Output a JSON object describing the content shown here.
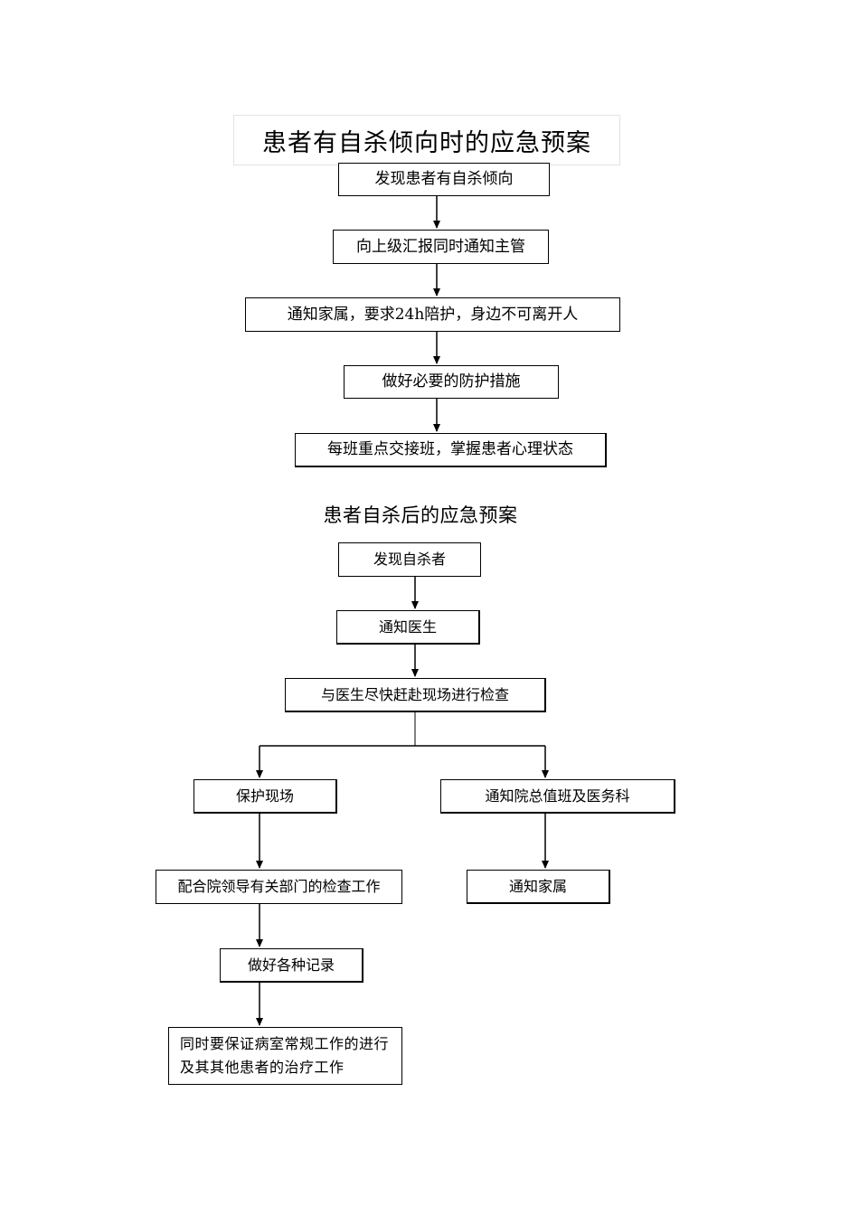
{
  "section1": {
    "title": "患者有自杀倾向时的应急预案",
    "steps": [
      "发现患者有自杀倾向",
      "向上级汇报同时通知主管",
      "通知家属，要求24h陪护，身边不可离开人",
      "做好必要的防护措施",
      "每班重点交接班，掌握患者心理状态"
    ]
  },
  "section2": {
    "title": "患者自杀后的应急预案",
    "steps": [
      "发现自杀者",
      "通知医生",
      "与医生尽快赶赴现场进行检查"
    ],
    "left_branch": [
      "保护现场",
      "配合院领导有关部门的检查工作",
      "做好各种记录",
      "同时要保证病室常规工作的进行及其其他患者的治疗工作"
    ],
    "right_branch": [
      "通知院总值班及医务科",
      "通知家属"
    ]
  }
}
